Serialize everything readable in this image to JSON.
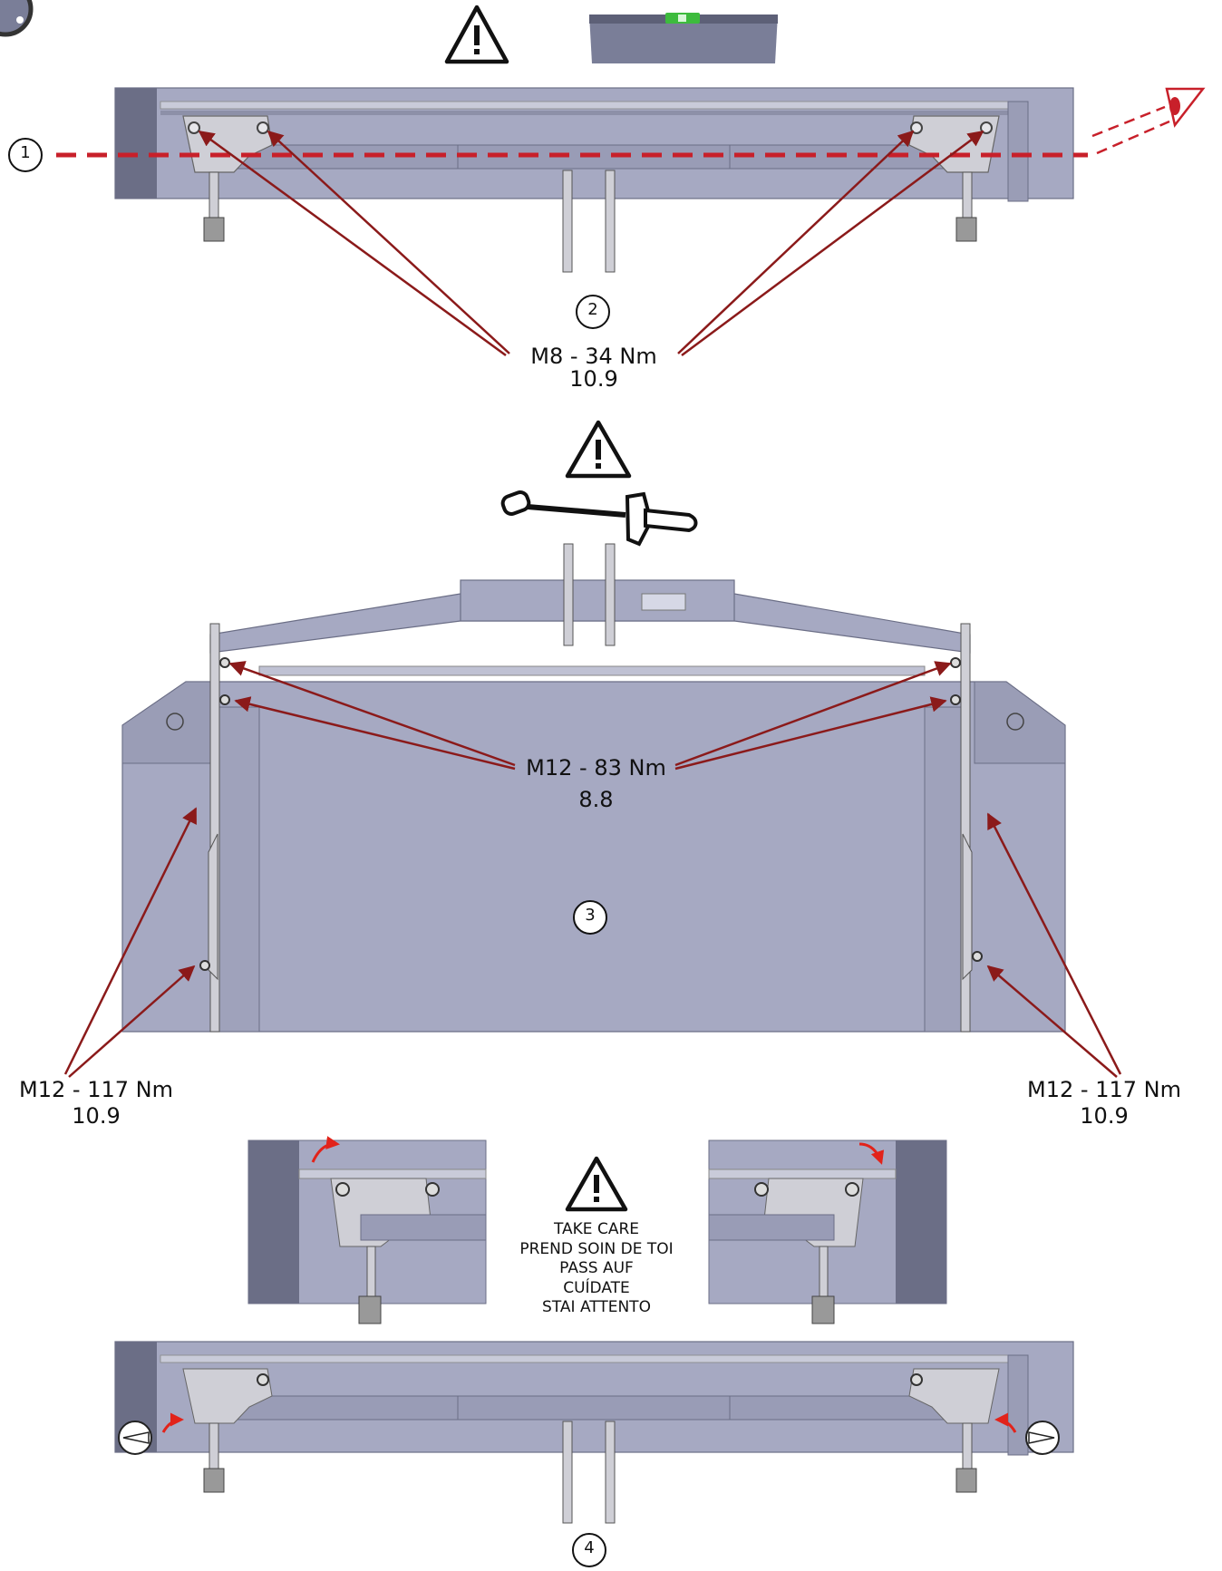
{
  "callouts": {
    "step1": "1",
    "step2": "2",
    "step3": "3",
    "step4": "4",
    "m8": {
      "spec": "M8 - 34 Nm",
      "grade": "10.9"
    },
    "m12_83": {
      "spec": "M12 - 83 Nm",
      "grade": "8.8"
    },
    "m12_117_left": {
      "spec": "M12 - 117 Nm",
      "grade": "10.9"
    },
    "m12_117_right": {
      "spec": "M12 - 117 Nm",
      "grade": "10.9"
    }
  },
  "warning_text": {
    "lines": [
      "TAKE CARE",
      "PREND SOIN DE TOI",
      "PASS AUF",
      "CUÍDATE",
      "STAI ATTENTO"
    ]
  },
  "colors": {
    "steel": "#a6a9c2",
    "steel_dark": "#7a7e98",
    "steel_end": "#6b6e86",
    "plate": "#cfcfd6",
    "arrow": "#8b1a1a",
    "dash": "#c8202a",
    "curl": "#e2231a"
  }
}
